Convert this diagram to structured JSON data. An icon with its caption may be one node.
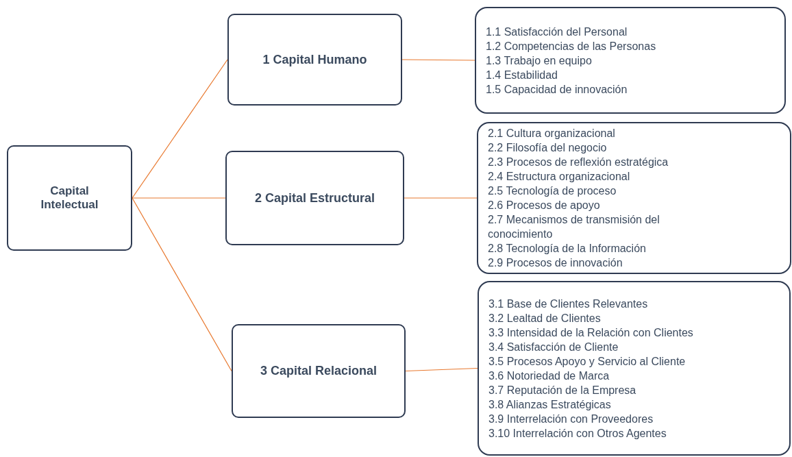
{
  "diagram": {
    "nodes": [
      {
        "text": [
          "Capital Intelectual"
        ]
      },
      {
        "text": [
          "1 Capital Humano"
        ]
      },
      {
        "text": [
          "2 Capital Estructural"
        ]
      },
      {
        "text": [
          "3 Capital Relacional"
        ]
      },
      {
        "text": [
          "1.1 Satisfacción del Personal",
          "1.2 Competencias de las Personas",
          "1.3 Trabajo en equipo",
          "1.4 Estabilidad",
          "1.5 Capacidad de innovación"
        ]
      },
      {
        "text": [
          "2.1 Cultura organizacional",
          "2.2 Filosofía del negocio",
          "2.3 Procesos de reflexión estratégica",
          "2.4 Estructura organizacional",
          "2.5 Tecnología de proceso",
          "2.6 Procesos de apoyo",
          "2.7 Mecanismos de transmisión del conocimiento",
          "2.8 Tecnología de la Información",
          "2.9 Procesos de innovación"
        ]
      },
      {
        "text": [
          "3.1 Base de Clientes Relevantes",
          "3.2 Lealtad de Clientes",
          "3.3 Intensidad de la Relación con Clientes",
          "3.4 Satisfacción de Cliente",
          "3.5 Procesos Apoyo y Servicio al Cliente",
          "3.6 Notoriedad de Marca",
          "3.7 Reputación de la Empresa",
          "3.8 Alianzas Estratégicas",
          "3.9 Interrelación con Proveedores",
          "3.10 Interrelación con Otros Agentes"
        ]
      }
    ],
    "edges": [
      {
        "from": 0,
        "to": 1,
        "arrow": "none"
      },
      {
        "from": 0,
        "to": 2,
        "arrow": "none"
      },
      {
        "from": 0,
        "to": 3,
        "arrow": "none"
      },
      {
        "from": 1,
        "to": 4,
        "arrow": "none"
      },
      {
        "from": 2,
        "to": 5,
        "arrow": "none"
      },
      {
        "from": 3,
        "to": 6,
        "arrow": "none"
      }
    ]
  }
}
